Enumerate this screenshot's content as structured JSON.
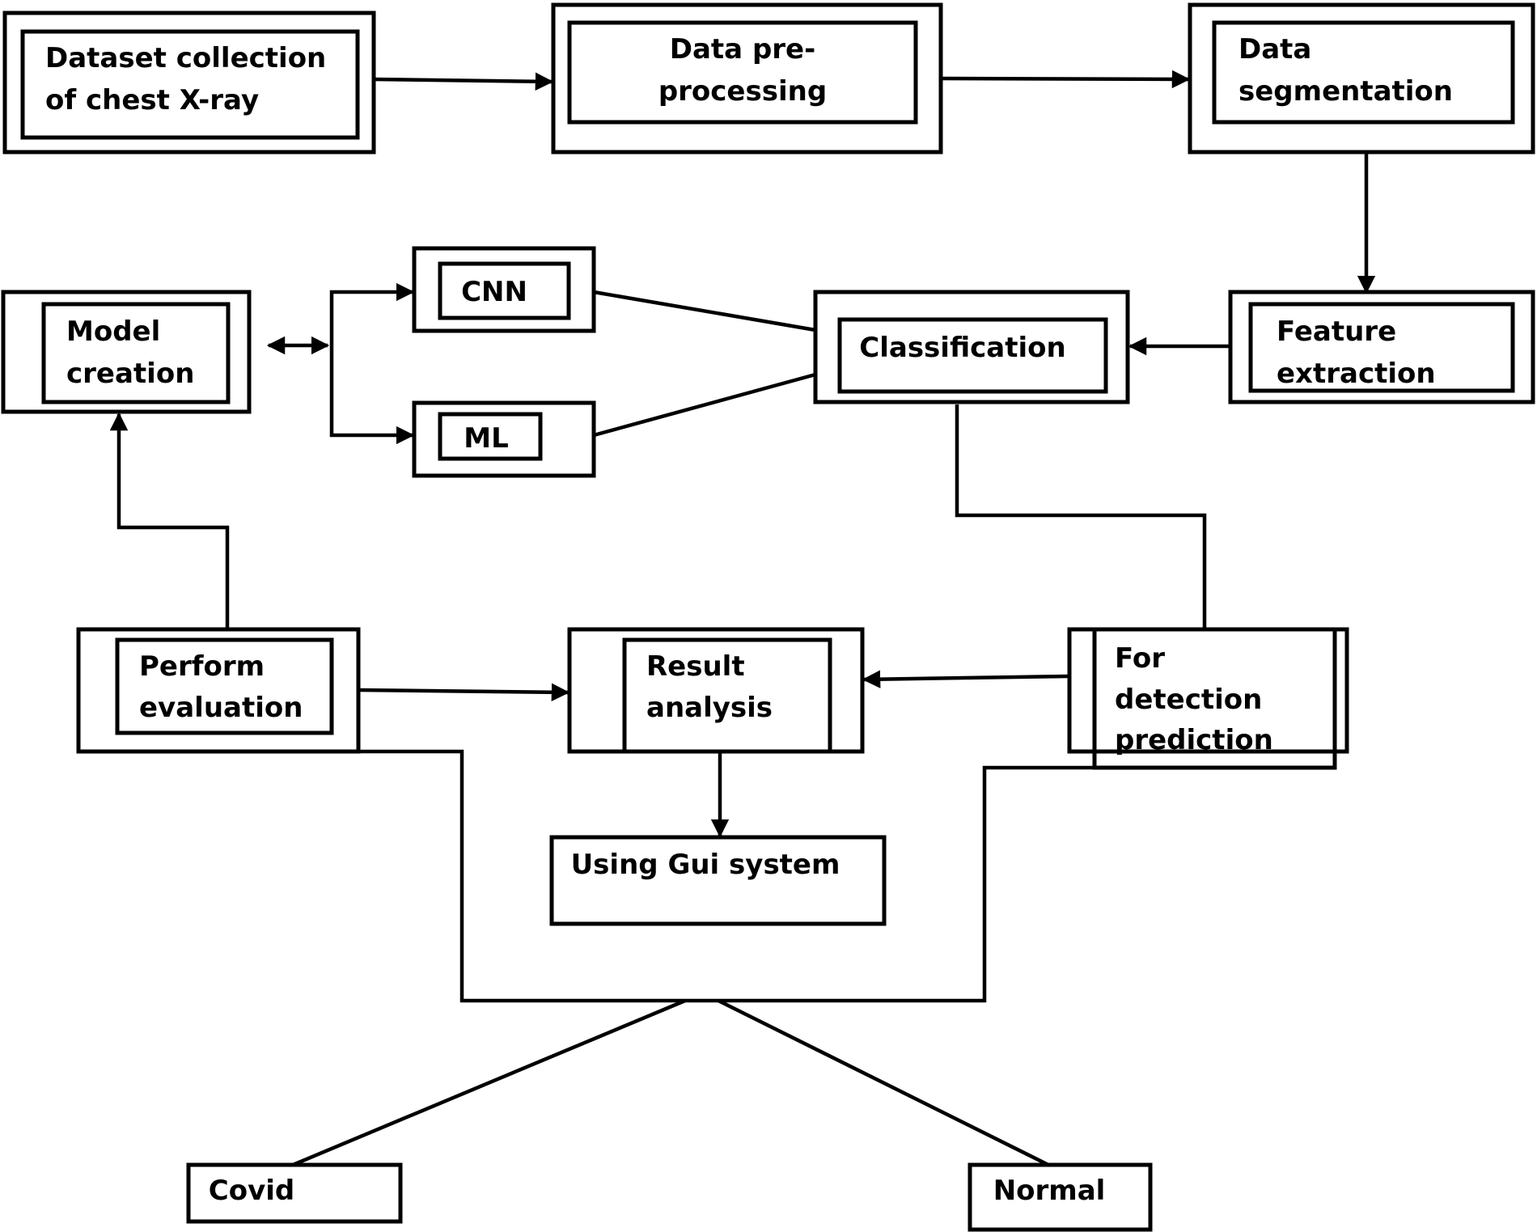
{
  "nodes": {
    "dataset": [
      "Dataset collection",
      "of chest X-ray"
    ],
    "preprocess": [
      "Data pre-",
      "processing"
    ],
    "segmentation": [
      "Data",
      "segmentation"
    ],
    "feature": [
      "Feature",
      "extraction"
    ],
    "classification": [
      "Classification"
    ],
    "cnn": [
      "CNN"
    ],
    "ml": [
      "ML"
    ],
    "model": [
      "Model",
      "creation"
    ],
    "evaluation": [
      "Perform",
      "evaluation"
    ],
    "result": [
      "Result",
      "analysis"
    ],
    "detection": [
      "For",
      "detection",
      "prediction"
    ],
    "gui": [
      "Using Gui system"
    ],
    "covid": [
      "Covid"
    ],
    "normal": [
      "Normal"
    ]
  }
}
